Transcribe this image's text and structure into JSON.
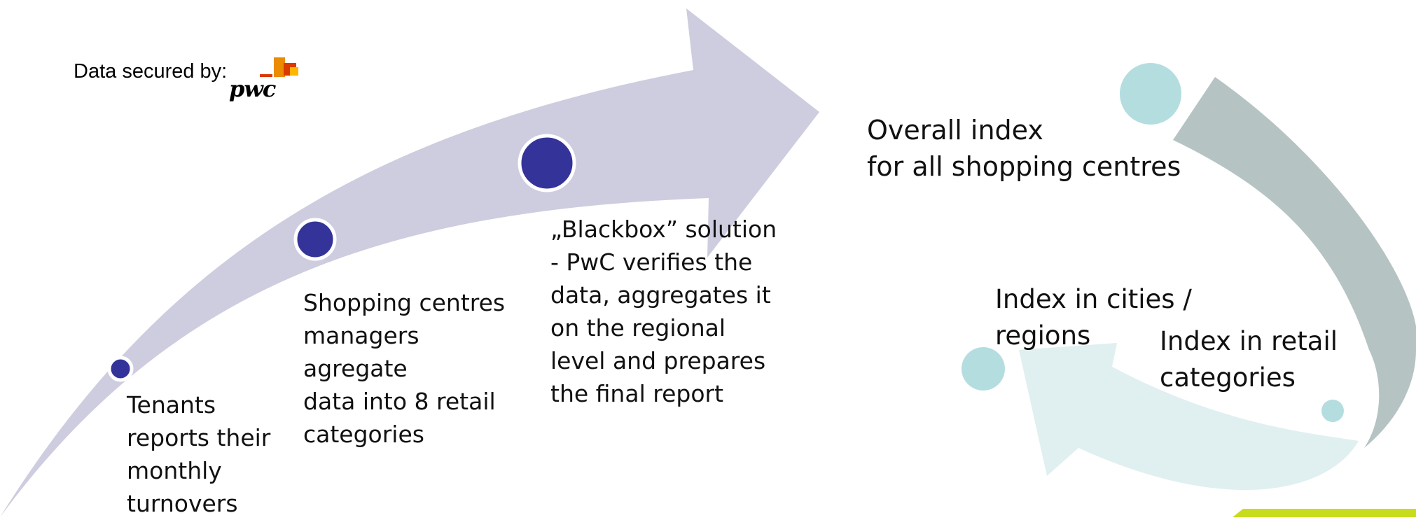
{
  "branding": {
    "secured_label": "Data secured by:",
    "logo_text": "pwc"
  },
  "process_steps": [
    {
      "text": "Tenants\nreports their\nmonthly\nturnovers"
    },
    {
      "text": "Shopping centres\nmanagers\nagregate\ndata into 8 retail\ncategories"
    },
    {
      "text": "„Blackbox” solution\n- PwC verifies the\ndata, aggregates it\non the regional\nlevel and prepares\nthe final report"
    }
  ],
  "outputs": {
    "overall": "Overall index\nfor all shopping centres",
    "cities": "Index in cities /\nregions",
    "retail": "Index in retail\ncategories"
  },
  "colors": {
    "main_arrow": "#cdcddf",
    "step_dot": "#333399",
    "cycle_gray": "#b5c3c3",
    "cycle_light": "#e0eff0",
    "teal_dot": "#b4dde0",
    "corner_accent": "#c8dc1e",
    "logo_red": "#d93a00",
    "logo_orange": "#eb8c00",
    "logo_yellow": "#ffb600"
  }
}
